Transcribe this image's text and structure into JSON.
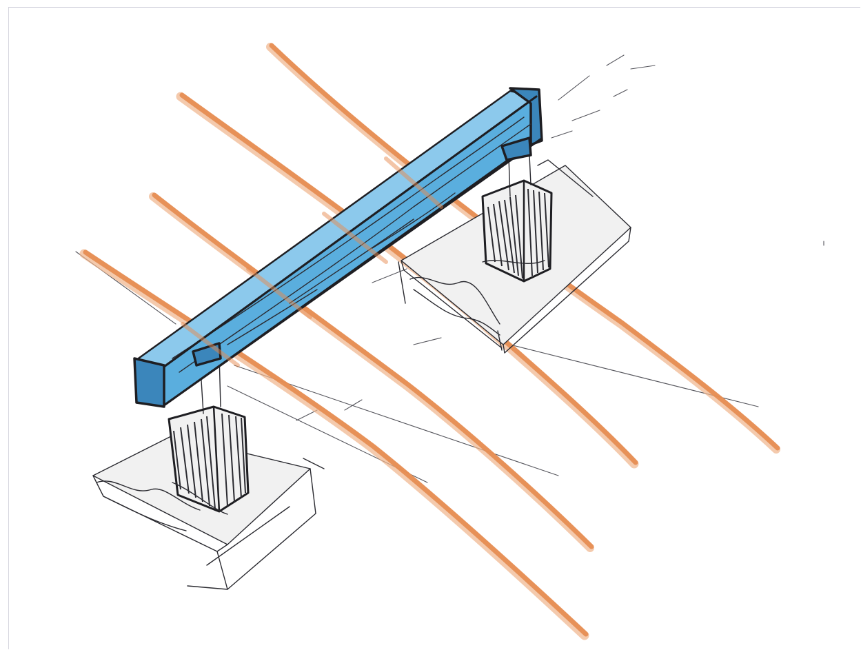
{
  "figure": {
    "subject": "",
    "palette": {
      "beam": "#5aaede",
      "joists": "#e58b4f",
      "ink": "#1e1e22"
    },
    "parts": {
      "joist_count": 4,
      "pier_count": 2,
      "footing_count": 2
    }
  }
}
